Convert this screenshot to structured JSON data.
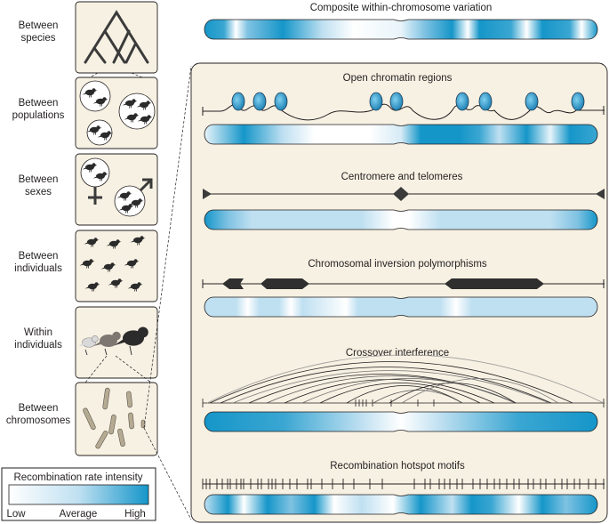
{
  "left_panel": {
    "rows": [
      {
        "line1": "Between",
        "line2": "species"
      },
      {
        "line1": "Between",
        "line2": "populations"
      },
      {
        "line1": "Between",
        "line2": "sexes"
      },
      {
        "line1": "Between",
        "line2": "individuals"
      },
      {
        "line1": "Within",
        "line2": "individuals"
      },
      {
        "line1": "Between",
        "line2": "chromosomes"
      }
    ]
  },
  "legend": {
    "title": "Recombination rate intensity",
    "low": "Low",
    "average": "Average",
    "high": "High"
  },
  "panels": {
    "composite": {
      "title": "Composite within-chromosome variation"
    },
    "open_chromatin": {
      "title": "Open chromatin regions"
    },
    "centromere": {
      "title": "Centromere and telomeres"
    },
    "inversion": {
      "title": "Chromosomal inversion polymorphisms"
    },
    "interference": {
      "title": "Crossover interference"
    },
    "hotspot": {
      "title": "Recombination hotspot motifs"
    }
  },
  "colors": {
    "high": "#1596c9",
    "average": "#bfe0f1",
    "low": "#ffffff",
    "panel_bg": "#f7f1e3",
    "outline": "#231f20"
  },
  "icons": {
    "species": "phylogeny-tree-icon",
    "populations": "bird-population-icon",
    "sexes": "sex-symbol-icon",
    "individuals": "bird-flock-icon",
    "within": "bird-individual-icon",
    "chromosomes": "chromosome-set-icon"
  }
}
